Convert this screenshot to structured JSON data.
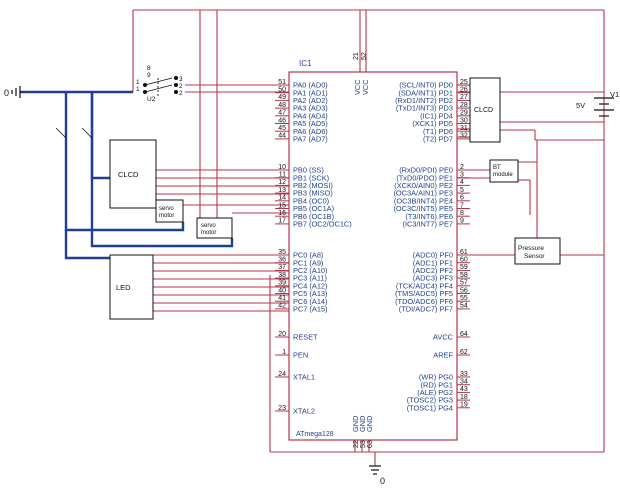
{
  "schematic": {
    "ic": {
      "ref": "IC1",
      "part": "ATmega128",
      "vcc_labels": [
        "VCC",
        "VCC"
      ],
      "vcc_pins": [
        "21",
        "52"
      ],
      "gnd_labels": [
        "GND",
        "GND",
        "GND"
      ],
      "gnd_pins": [
        "22",
        "53",
        "63"
      ],
      "left_pins": [
        {
          "num": "51",
          "label": "PA0 (AD0)"
        },
        {
          "num": "50",
          "label": "PA1 (AD1)"
        },
        {
          "num": "49",
          "label": "PA2 (AD2)"
        },
        {
          "num": "48",
          "label": "PA3 (AD3)"
        },
        {
          "num": "47",
          "label": "PA4 (AD4)"
        },
        {
          "num": "46",
          "label": "PA5 (AD5)"
        },
        {
          "num": "45",
          "label": "PA6 (AD6)"
        },
        {
          "num": "44",
          "label": "PA7 (AD7)"
        },
        {
          "num": "10",
          "label": "PB0 (SS)"
        },
        {
          "num": "11",
          "label": "PB1 (SCK)"
        },
        {
          "num": "12",
          "label": "PB2 (MOSI)"
        },
        {
          "num": "13",
          "label": "PB3 (MISO)"
        },
        {
          "num": "14",
          "label": "PB4 (OC0)"
        },
        {
          "num": "15",
          "label": "PB5 (OC1A)"
        },
        {
          "num": "16",
          "label": "PB6 (OC1B)"
        },
        {
          "num": "17",
          "label": "PB7 (OC2/OC1C)"
        },
        {
          "num": "35",
          "label": "PC0 (A8)"
        },
        {
          "num": "36",
          "label": "PC1 (A9)"
        },
        {
          "num": "37",
          "label": "PC2 (A10)"
        },
        {
          "num": "38",
          "label": "PC3 (A11)"
        },
        {
          "num": "39",
          "label": "PC4 (A12)"
        },
        {
          "num": "40",
          "label": "PC5 (A13)"
        },
        {
          "num": "41",
          "label": "PC6 (A14)"
        },
        {
          "num": "42",
          "label": "PC7 (A15)"
        },
        {
          "num": "20",
          "label": "RESET"
        },
        {
          "num": "1",
          "label": "PEN"
        },
        {
          "num": "24",
          "label": "XTAL1"
        },
        {
          "num": "23",
          "label": "XTAL2"
        }
      ],
      "right_pins": [
        {
          "num": "25",
          "label": "(SCL/INT0) PD0"
        },
        {
          "num": "26",
          "label": "(SDA/INT1) PD1"
        },
        {
          "num": "27",
          "label": "(RxD1/INT2) PD2"
        },
        {
          "num": "28",
          "label": "(TxD1/INT3) PD3"
        },
        {
          "num": "29",
          "label": "(IC1) PD4"
        },
        {
          "num": "30",
          "label": "(XCK1) PD5"
        },
        {
          "num": "31",
          "label": "(T1) PD6"
        },
        {
          "num": "32",
          "label": "(T2) PD7"
        },
        {
          "num": "2",
          "label": "(RxD0/PDI) PE0"
        },
        {
          "num": "3",
          "label": "(TxD0/PDO) PE1"
        },
        {
          "num": "4",
          "label": "(XCK0/AIN0) PE2"
        },
        {
          "num": "5",
          "label": "(OC3A/AIN1) PE3"
        },
        {
          "num": "6",
          "label": "(OC3B/INT4) PE4"
        },
        {
          "num": "7",
          "label": "(OC3C/INT5) PE5"
        },
        {
          "num": "8",
          "label": "(T3/INT6) PE6"
        },
        {
          "num": "9",
          "label": "(IC3/INT7) PE7"
        },
        {
          "num": "61",
          "label": "(ADC0) PF0"
        },
        {
          "num": "60",
          "label": "(ADC1) PF1"
        },
        {
          "num": "59",
          "label": "(ADC2) PF2"
        },
        {
          "num": "58",
          "label": "(ADC3) PF3"
        },
        {
          "num": "57",
          "label": "(TCK/ADC4) PF4"
        },
        {
          "num": "56",
          "label": "(TMS/ADC5) PF5"
        },
        {
          "num": "55",
          "label": "(TDO/ADC6) PF6"
        },
        {
          "num": "54",
          "label": "(TDI/ADC7) PF7"
        },
        {
          "num": "64",
          "label": "AVCC"
        },
        {
          "num": "62",
          "label": "AREF"
        },
        {
          "num": "33",
          "label": "(WR) PG0"
        },
        {
          "num": "34",
          "label": "(RD) PG1"
        },
        {
          "num": "43",
          "label": "(ALE) PG2"
        },
        {
          "num": "18",
          "label": "(TOSC2) PG3"
        },
        {
          "num": "19",
          "label": "(TOSC1) PG4"
        }
      ]
    },
    "components": {
      "clcd_left": "CLCD",
      "clcd_right": "CLCD",
      "led": "LED",
      "servo_1": [
        "servo",
        "motor"
      ],
      "servo_2": [
        "servo",
        "motor"
      ],
      "bt_module": [
        "BT",
        "module"
      ],
      "pressure_sensor": [
        "Pressure",
        "Sensor"
      ],
      "battery_ref": "V1",
      "battery_value": "5V"
    },
    "switch": {
      "left_labels": [
        "1",
        "1",
        "U2"
      ],
      "top_labels": [
        "8",
        "9"
      ],
      "right_labels": [
        "3",
        "2",
        "2"
      ]
    },
    "grounds": {
      "left": "0",
      "bottom": "0"
    }
  }
}
